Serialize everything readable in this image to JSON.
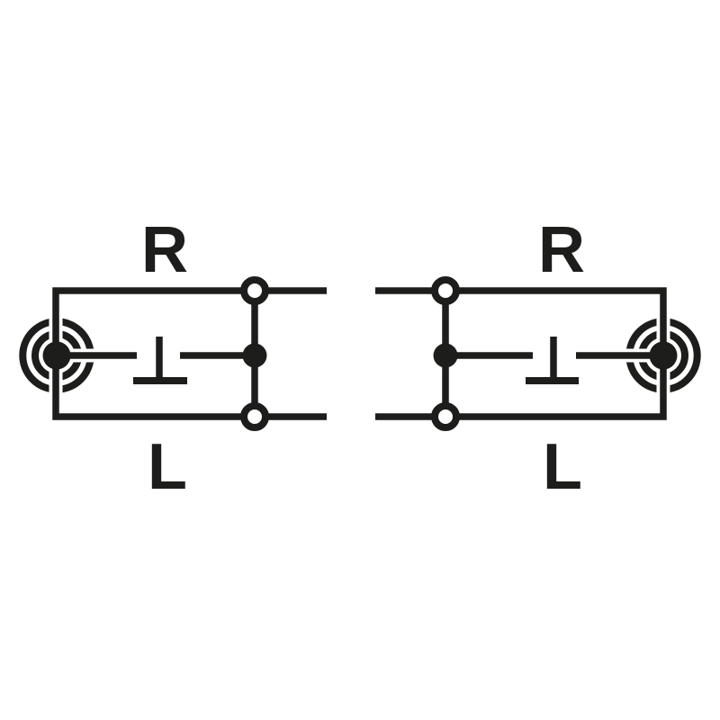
{
  "diagram": {
    "kind": "stereo-connector-wiring-schematic",
    "colors": {
      "ink": "#1d1d1b",
      "background": "#ffffff"
    },
    "symbols": {
      "connector": "phono-socket-icon",
      "contact": "chassis-contact-icon",
      "terminal": "open-circle-terminal",
      "junction": "filled-junction-dot"
    },
    "left_diagram": {
      "top_label": "R",
      "bottom_label": "L"
    },
    "right_diagram": {
      "top_label": "R",
      "bottom_label": "L"
    }
  }
}
